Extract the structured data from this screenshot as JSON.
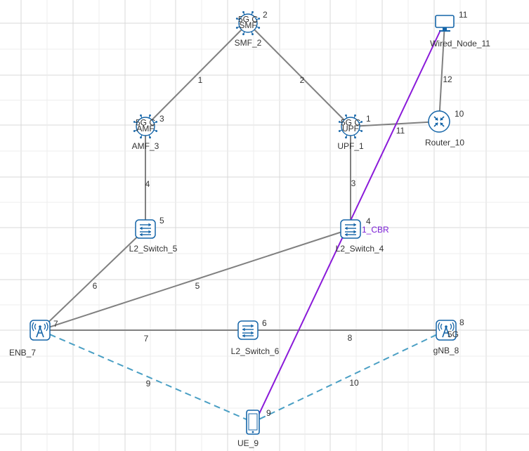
{
  "colors": {
    "grid": "#d9d9d9",
    "wired_link": "#808080",
    "wireless_link": "#4a9fc4",
    "application": "#8a1ad9",
    "icon": "#1565a8",
    "text": "#333333"
  },
  "nodes": [
    {
      "id": "smf",
      "name": "SMF_2",
      "number": "2",
      "type": "5gc",
      "icon_text": [
        "5G C",
        "SMF"
      ],
      "icon": "5g-core-smf-icon"
    },
    {
      "id": "amf",
      "name": "AMF_3",
      "number": "3",
      "type": "5gc",
      "icon_text": [
        "5G C",
        "AMF"
      ],
      "icon": "5g-core-amf-icon"
    },
    {
      "id": "upf",
      "name": "UPF_1",
      "number": "1",
      "type": "5gc",
      "icon_text": [
        "5G C",
        "UPF"
      ],
      "icon": "5g-core-upf-icon"
    },
    {
      "id": "wired",
      "name": "Wired_Node_11",
      "number": "11",
      "type": "computer",
      "icon": "monitor-icon"
    },
    {
      "id": "router",
      "name": "Router_10",
      "number": "10",
      "type": "router",
      "icon": "router-icon"
    },
    {
      "id": "sw5",
      "name": "L2_Switch_5",
      "number": "5",
      "type": "switch",
      "icon": "switch-icon"
    },
    {
      "id": "sw4",
      "name": "L2_Switch_4",
      "number": "4",
      "type": "switch",
      "icon": "switch-icon"
    },
    {
      "id": "sw6",
      "name": "L2_Switch_6",
      "number": "6",
      "type": "switch",
      "icon": "switch-icon"
    },
    {
      "id": "enb",
      "name": "ENB_7",
      "number": "7",
      "type": "tower",
      "icon": "cell-tower-icon"
    },
    {
      "id": "gnb",
      "name": "gNB_8",
      "number": "8",
      "type": "tower5g",
      "icon_text": [
        "5G"
      ],
      "icon": "cell-tower-5g-icon"
    },
    {
      "id": "ue",
      "name": "UE_9",
      "number": "9",
      "type": "phone",
      "icon": "smartphone-icon"
    }
  ],
  "links": [
    {
      "from": "smf",
      "to": "amf",
      "label": "1",
      "style": "wired"
    },
    {
      "from": "smf",
      "to": "upf",
      "label": "2",
      "style": "wired"
    },
    {
      "from": "upf",
      "to": "sw4",
      "label": "3",
      "style": "wired"
    },
    {
      "from": "amf",
      "to": "sw5",
      "label": "4",
      "style": "wired"
    },
    {
      "from": "sw4",
      "to": "enb",
      "label": "5",
      "style": "wired"
    },
    {
      "from": "sw5",
      "to": "enb",
      "label": "6",
      "style": "wired"
    },
    {
      "from": "enb",
      "to": "sw6",
      "label": "7",
      "style": "wired"
    },
    {
      "from": "sw6",
      "to": "gnb",
      "label": "8",
      "style": "wired"
    },
    {
      "from": "enb",
      "to": "ue",
      "label": "9",
      "style": "wireless"
    },
    {
      "from": "gnb",
      "to": "ue",
      "label": "10",
      "style": "wireless"
    },
    {
      "from": "upf",
      "to": "router",
      "label": "11",
      "style": "wired"
    },
    {
      "from": "router",
      "to": "wired",
      "label": "12",
      "style": "wired"
    }
  ],
  "application": {
    "label": "1_CBR",
    "from": "ue",
    "to": "wired"
  }
}
